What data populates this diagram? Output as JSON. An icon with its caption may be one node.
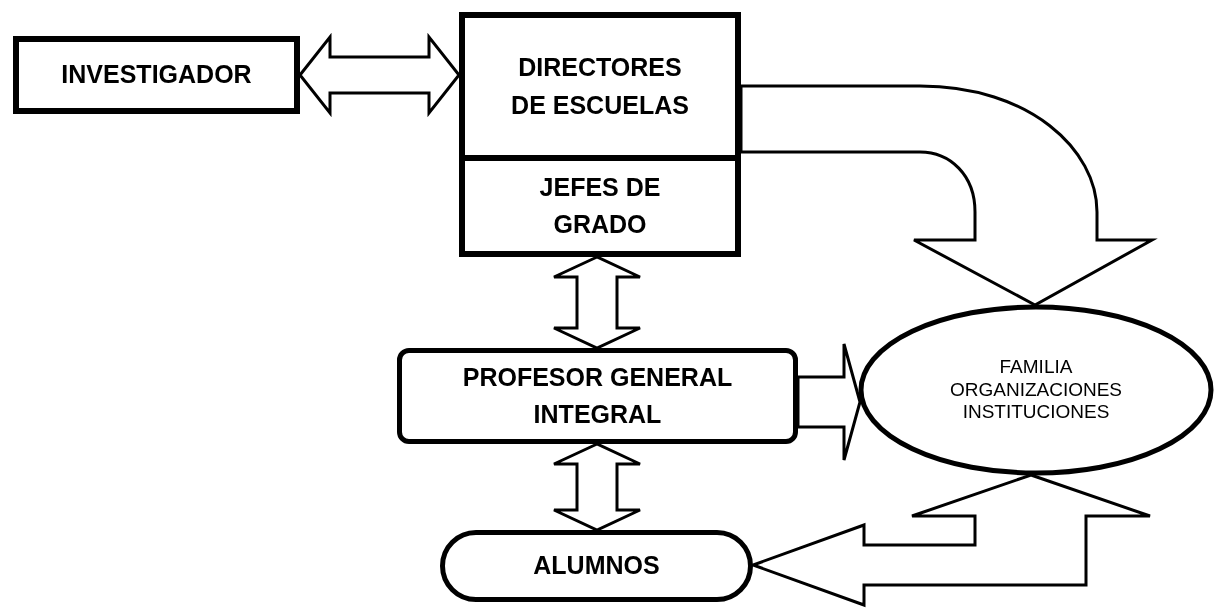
{
  "diagram": {
    "nodes": [
      {
        "text": [
          "INVESTIGADOR"
        ]
      },
      {
        "text": [
          "DIRECTORES DE ESCUELAS"
        ]
      },
      {
        "text": [
          "JEFES DE GRADO"
        ]
      },
      {
        "text": [
          "PROFESOR GENERAL INTEGRAL"
        ]
      },
      {
        "text": [
          "ALUMNOS"
        ]
      },
      {
        "text": [
          "FAMILIA",
          "ORGANIZACIONES",
          "INSTITUCIONES"
        ]
      }
    ],
    "edges": [
      {
        "from": 0,
        "to": 1,
        "arrow": "both"
      },
      {
        "from": 1,
        "to": 5,
        "arrow": "to"
      },
      {
        "from": 2,
        "to": 3,
        "arrow": "both"
      },
      {
        "from": 3,
        "to": 5,
        "arrow": "to"
      },
      {
        "from": 3,
        "to": 4,
        "arrow": "both"
      },
      {
        "from": 5,
        "to": 4,
        "arrow": "both"
      }
    ]
  }
}
